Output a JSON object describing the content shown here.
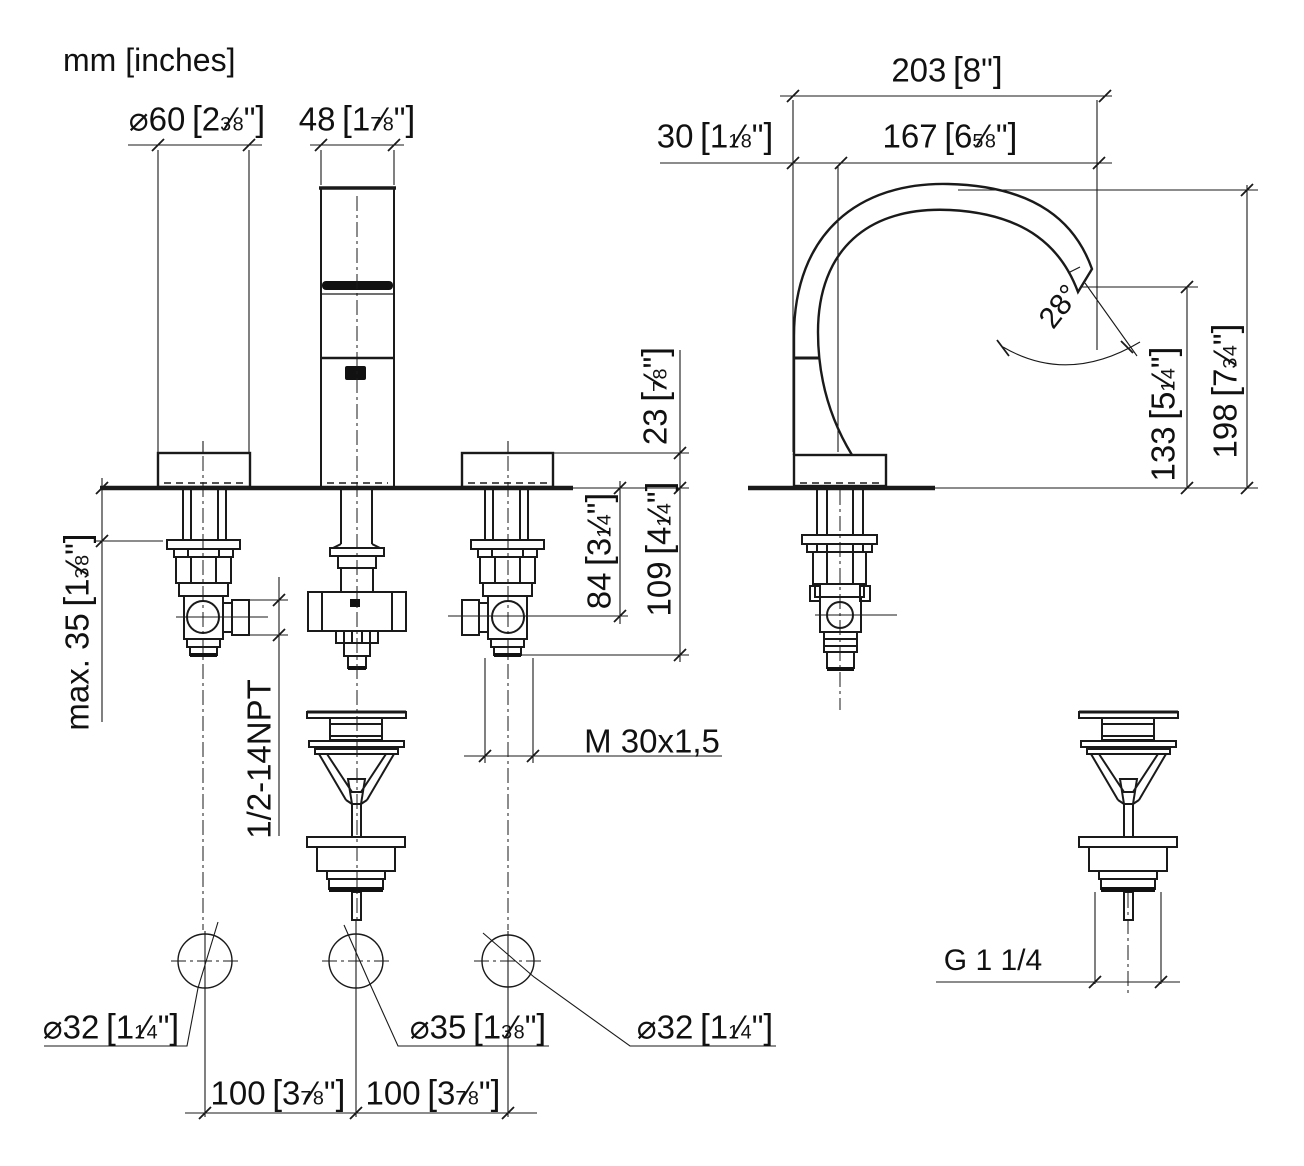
{
  "colors": {
    "line": "#1a1a1a",
    "background": "#ffffff"
  },
  "title": {
    "units_label": "mm [inches]"
  },
  "labels": {
    "dia60": {
      "pre": "⌀",
      "mm": "60",
      "whole": "2",
      "num": "3",
      "den": "8"
    },
    "w48": {
      "mm": "48",
      "whole": "1",
      "num": "7",
      "den": "8"
    },
    "d203": {
      "mm": "203",
      "whole": "8"
    },
    "d30": {
      "mm": "30",
      "whole": "1",
      "num": "1",
      "den": "8"
    },
    "d167": {
      "mm": "167",
      "whole": "6",
      "num": "5",
      "den": "8"
    },
    "angle28": {
      "text": "28°"
    },
    "d23": {
      "mm": "23",
      "num": "7",
      "den": "8"
    },
    "d84": {
      "mm": "84",
      "whole": "3",
      "num": "1",
      "den": "4"
    },
    "d109": {
      "mm": "109",
      "whole": "4",
      "num": "1",
      "den": "4"
    },
    "d133": {
      "mm": "133",
      "whole": "5",
      "num": "1",
      "den": "4"
    },
    "d198": {
      "mm": "198",
      "whole": "7",
      "num": "3",
      "den": "4"
    },
    "max35": {
      "pre": "max. ",
      "mm": "35",
      "whole": "1",
      "num": "3",
      "den": "8"
    },
    "npt": {
      "text": "1/2-14NPT"
    },
    "m30": {
      "text": "M 30x1,5"
    },
    "g114": {
      "text": "G 1 1/4"
    },
    "dia32L": {
      "pre": "⌀",
      "mm": "32",
      "whole": "1",
      "num": "1",
      "den": "4"
    },
    "dia35": {
      "pre": "⌀",
      "mm": "35",
      "whole": "1",
      "num": "3",
      "den": "8"
    },
    "dia32R": {
      "pre": "⌀",
      "mm": "32",
      "whole": "1",
      "num": "1",
      "den": "4"
    },
    "d100a": {
      "mm": "100",
      "whole": "3",
      "num": "7",
      "den": "8"
    },
    "d100b": {
      "mm": "100",
      "whole": "3",
      "num": "7",
      "den": "8"
    }
  }
}
